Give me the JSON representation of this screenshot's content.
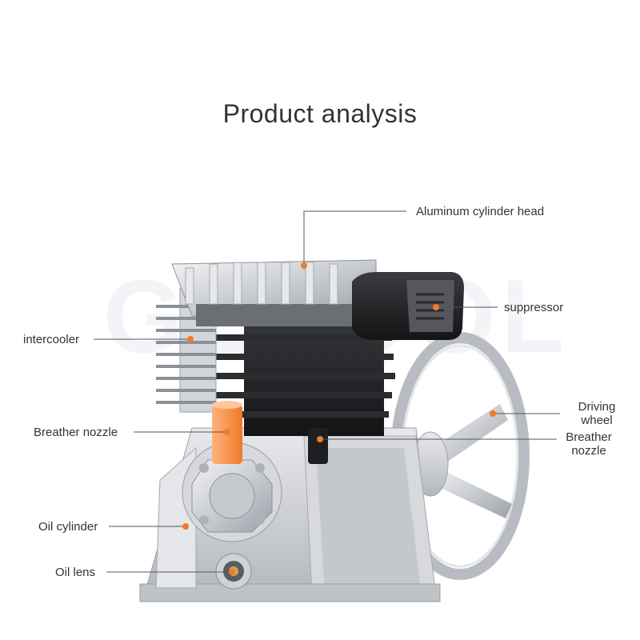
{
  "title": "Product analysis",
  "watermark": "GETOOL",
  "colors": {
    "accent": "#f07a2a",
    "leader_line": "#555555",
    "text": "#333333"
  },
  "labels": {
    "aluminum_cylinder_head": "Aluminum cylinder head",
    "suppressor": "suppressor",
    "intercooler": "intercooler",
    "driving_wheel_line1": "Driving",
    "driving_wheel_line2": "wheel",
    "breather_nozzle_left": "Breather nozzle",
    "breather_nozzle_right_line1": "Breather",
    "breather_nozzle_right_line2": "nozzle",
    "oil_cylinder": "Oil cylinder",
    "oil_lens": "Oil lens"
  }
}
